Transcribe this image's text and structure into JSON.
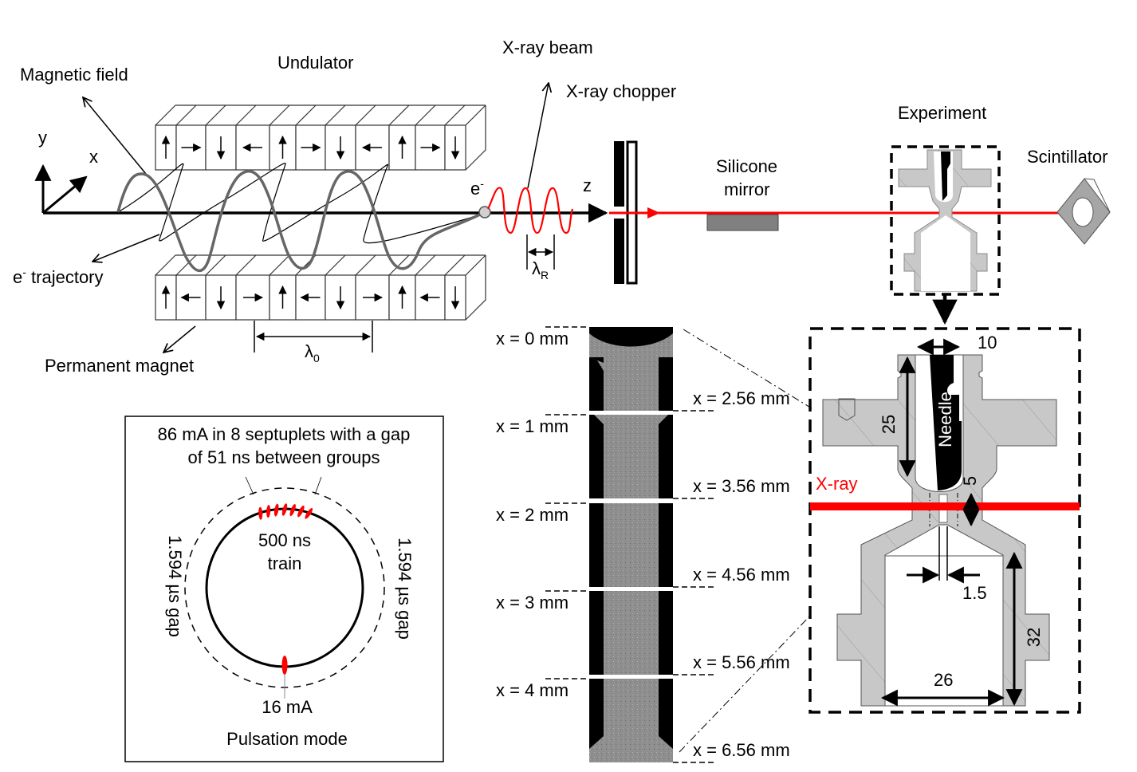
{
  "undulator": {
    "title": "Undulator",
    "magnetic_field_label": "Magnetic field",
    "trajectory_label": "e",
    "trajectory_label_sup": "-",
    "trajectory_label_rest": " trajectory",
    "permanent_magnet_label": "Permanent magnet",
    "period_label": "λ",
    "period_sub": "0",
    "top_magnet_directions": [
      "up",
      "right",
      "down",
      "left",
      "up",
      "right",
      "down",
      "left",
      "up",
      "right",
      "down"
    ],
    "bottom_magnet_directions": [
      "up",
      "left",
      "down",
      "right",
      "up",
      "left",
      "down",
      "right",
      "up",
      "left",
      "down"
    ]
  },
  "axes": {
    "y": "y",
    "x": "x",
    "z": "z"
  },
  "electron": {
    "label": "e",
    "sup": "-"
  },
  "xray": {
    "beam_label": "X-ray beam",
    "chopper_label": "X-ray chopper",
    "wavelength_label": "λ",
    "wavelength_sub": "R",
    "mirror_label_1": "Silicone",
    "mirror_label_2": "mirror",
    "experiment_label": "Experiment",
    "scintillator_label": "Scintillator"
  },
  "pulsation": {
    "line1": "86 mA in 8 septuplets with a gap",
    "line2": "of 51 ns between groups",
    "train_1": "500 ns",
    "train_2": "train",
    "gap_left": "1.594 µs gap",
    "gap_right": "1.594 µs gap",
    "single_bunch": "16 mA",
    "caption": "Pulsation mode",
    "train_bunch_count": 7
  },
  "frames": {
    "left_labels": [
      "x = 0 mm",
      "x = 1 mm",
      "x = 2 mm",
      "x = 3 mm",
      "x = 4 mm"
    ],
    "right_labels": [
      "x = 2.56 mm",
      "x = 3.56 mm",
      "x = 4.56 mm",
      "x = 5.56 mm",
      "x = 6.56 mm"
    ]
  },
  "nozzle": {
    "needle_label": "Needle",
    "xray_label": "X-ray",
    "dim_top_width": "10",
    "dim_needle_length": "25",
    "dim_gap": "5",
    "dim_orifice": "1.5",
    "dim_chamber_height": "32",
    "dim_chamber_width": "26"
  },
  "colors": {
    "beam": "#ff0000",
    "part_gray": "#c8c8c8",
    "mirror_gray": "#808080",
    "trajectory_gray": "#666666"
  }
}
